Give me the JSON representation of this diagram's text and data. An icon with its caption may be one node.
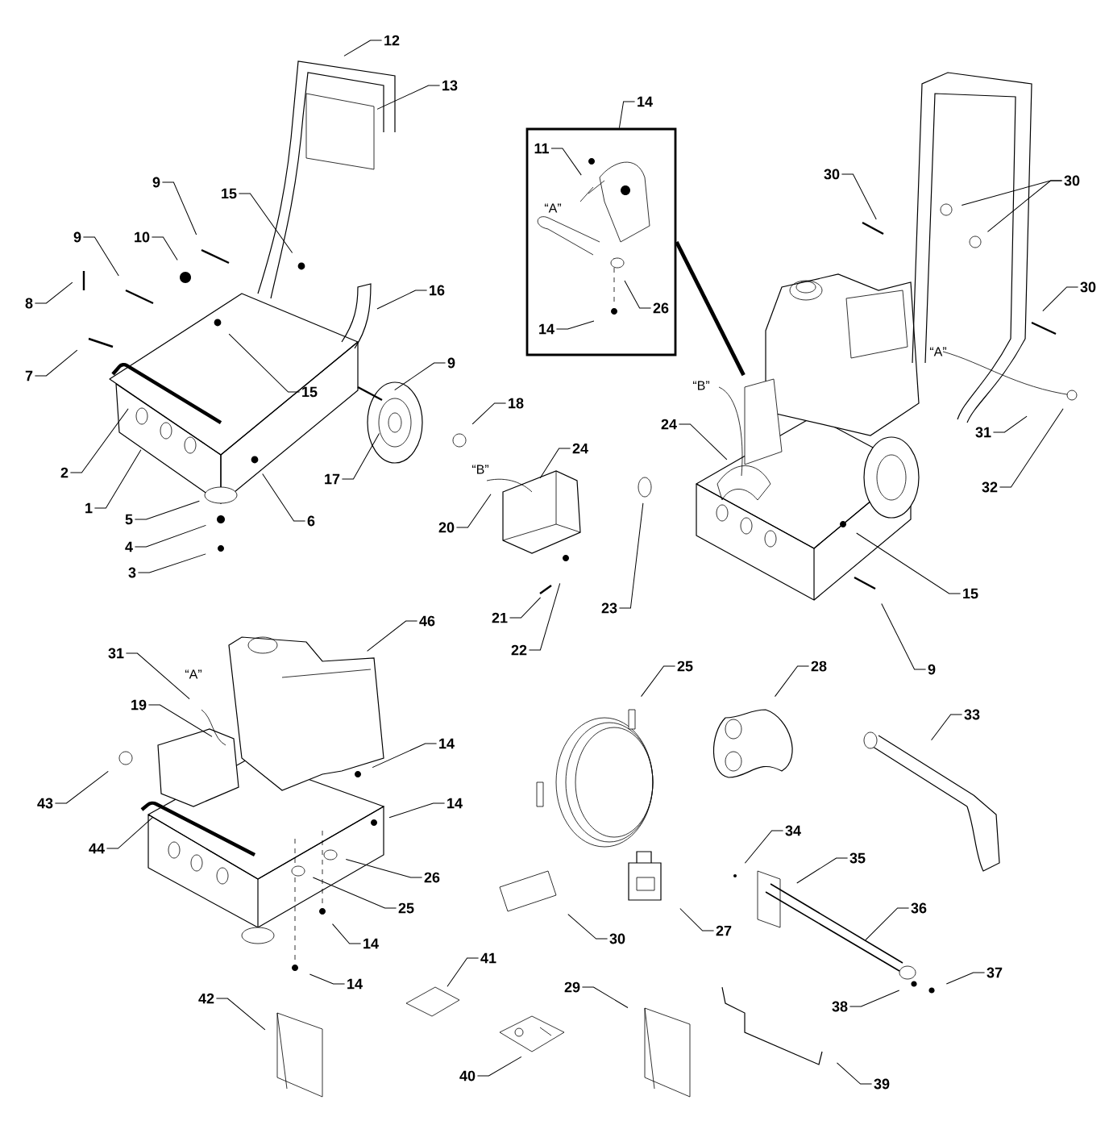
{
  "diagram": {
    "nodes": [
      {
        "text": [
          "12"
        ]
      },
      {
        "text": [
          "13"
        ]
      },
      {
        "text": [
          "14"
        ]
      },
      {
        "text": [],
        "shape": "box"
      },
      {
        "text": [
          "11"
        ],
        "in": 3
      },
      {
        "text": [
          "26"
        ],
        "in": 3
      },
      {
        "text": [
          "14"
        ],
        "in": 3
      },
      {
        "text": [
          "30"
        ]
      },
      {
        "text": [
          "30"
        ]
      },
      {
        "text": [
          "9"
        ]
      },
      {
        "text": [
          "15"
        ]
      },
      {
        "text": [
          "9"
        ]
      },
      {
        "text": [
          "10"
        ]
      },
      {
        "text": [
          "30"
        ]
      },
      {
        "text": [
          "16"
        ]
      },
      {
        "text": [
          "8"
        ]
      },
      {
        "text": [
          "9"
        ]
      },
      {
        "text": [
          "7"
        ]
      },
      {
        "text": [
          "15"
        ]
      },
      {
        "text": [
          "18"
        ]
      },
      {
        "text": [
          "24"
        ]
      },
      {
        "text": [
          "31"
        ]
      },
      {
        "text": [
          "24"
        ]
      },
      {
        "text": [
          "2"
        ]
      },
      {
        "text": [
          "17"
        ]
      },
      {
        "text": [
          "32"
        ]
      },
      {
        "text": [
          "1"
        ]
      },
      {
        "text": [
          "5"
        ]
      },
      {
        "text": [
          "6"
        ]
      },
      {
        "text": [
          "20"
        ]
      },
      {
        "text": [
          "4"
        ]
      },
      {
        "text": [
          "3"
        ]
      },
      {
        "text": [
          "15"
        ]
      },
      {
        "text": [
          "23"
        ]
      },
      {
        "text": [
          "21"
        ]
      },
      {
        "text": [
          "46"
        ]
      },
      {
        "text": [
          "22"
        ]
      },
      {
        "text": [
          "31"
        ]
      },
      {
        "text": [
          "25"
        ]
      },
      {
        "text": [
          "28"
        ]
      },
      {
        "text": [
          "9"
        ]
      },
      {
        "text": [
          "19"
        ]
      },
      {
        "text": [
          "33"
        ]
      },
      {
        "text": [
          "14"
        ]
      },
      {
        "text": [
          "43"
        ]
      },
      {
        "text": [
          "14"
        ]
      },
      {
        "text": [
          "34"
        ]
      },
      {
        "text": [
          "44"
        ]
      },
      {
        "text": [
          "35"
        ]
      },
      {
        "text": [
          "26"
        ]
      },
      {
        "text": [
          "36"
        ]
      },
      {
        "text": [
          "25"
        ]
      },
      {
        "text": [
          "27"
        ]
      },
      {
        "text": [
          "30"
        ]
      },
      {
        "text": [
          "14"
        ]
      },
      {
        "text": [
          "41"
        ]
      },
      {
        "text": [
          "37"
        ]
      },
      {
        "text": [
          "14"
        ]
      },
      {
        "text": [
          "29"
        ]
      },
      {
        "text": [
          "42"
        ]
      },
      {
        "text": [
          "38"
        ]
      },
      {
        "text": [
          "40"
        ]
      },
      {
        "text": [
          "39"
        ]
      }
    ],
    "edges": [
      {
        "from": 0,
        "to": null,
        "arrow": "none"
      },
      {
        "from": 1,
        "to": null,
        "arrow": "none"
      },
      {
        "from": 2,
        "to": 3,
        "arrow": "none"
      },
      {
        "from": 3,
        "to": null,
        "arrow": "none",
        "style": "thick"
      },
      {
        "from": 4,
        "to": null,
        "arrow": "none"
      },
      {
        "from": 5,
        "to": null,
        "arrow": "none"
      },
      {
        "from": 6,
        "to": null,
        "arrow": "none"
      },
      {
        "from": 7,
        "to": null,
        "arrow": "none"
      },
      {
        "from": 8,
        "to": null,
        "arrow": "none"
      },
      {
        "from": 8,
        "to": null,
        "arrow": "none"
      },
      {
        "from": 9,
        "to": null,
        "arrow": "none"
      },
      {
        "from": 10,
        "to": null,
        "arrow": "none"
      },
      {
        "from": 11,
        "to": null,
        "arrow": "none"
      },
      {
        "from": 12,
        "to": null,
        "arrow": "none"
      },
      {
        "from": 13,
        "to": null,
        "arrow": "none"
      },
      {
        "from": 14,
        "to": null,
        "arrow": "none"
      },
      {
        "from": 15,
        "to": null,
        "arrow": "none"
      },
      {
        "from": 16,
        "to": null,
        "arrow": "none"
      },
      {
        "from": 17,
        "to": null,
        "arrow": "none"
      },
      {
        "from": 18,
        "to": null,
        "arrow": "none"
      },
      {
        "from": 19,
        "to": null,
        "arrow": "none"
      },
      {
        "from": 20,
        "to": null,
        "arrow": "none"
      },
      {
        "from": 21,
        "to": null,
        "arrow": "none"
      },
      {
        "from": 22,
        "to": null,
        "arrow": "none"
      },
      {
        "from": 23,
        "to": null,
        "arrow": "none"
      },
      {
        "from": 24,
        "to": null,
        "arrow": "none"
      },
      {
        "from": 25,
        "to": null,
        "arrow": "none"
      },
      {
        "from": 26,
        "to": null,
        "arrow": "none"
      },
      {
        "from": 27,
        "to": null,
        "arrow": "none"
      },
      {
        "from": 28,
        "to": null,
        "arrow": "none"
      },
      {
        "from": 29,
        "to": null,
        "arrow": "none"
      },
      {
        "from": 30,
        "to": null,
        "arrow": "none"
      },
      {
        "from": 31,
        "to": null,
        "arrow": "none"
      },
      {
        "from": 32,
        "to": null,
        "arrow": "none"
      },
      {
        "from": 33,
        "to": null,
        "arrow": "none"
      },
      {
        "from": 34,
        "to": null,
        "arrow": "none"
      },
      {
        "from": 35,
        "to": null,
        "arrow": "none"
      },
      {
        "from": 36,
        "to": null,
        "arrow": "none"
      },
      {
        "from": 37,
        "to": null,
        "arrow": "none"
      },
      {
        "from": 38,
        "to": null,
        "arrow": "none"
      },
      {
        "from": 39,
        "to": null,
        "arrow": "none"
      },
      {
        "from": 40,
        "to": null,
        "arrow": "none"
      },
      {
        "from": 41,
        "to": null,
        "arrow": "none"
      },
      {
        "from": 42,
        "to": null,
        "arrow": "none"
      },
      {
        "from": 43,
        "to": null,
        "arrow": "none"
      },
      {
        "from": 44,
        "to": null,
        "arrow": "none"
      },
      {
        "from": 45,
        "to": null,
        "arrow": "none"
      },
      {
        "from": 46,
        "to": null,
        "arrow": "none"
      },
      {
        "from": 47,
        "to": null,
        "arrow": "none"
      },
      {
        "from": 48,
        "to": null,
        "arrow": "none"
      },
      {
        "from": 49,
        "to": null,
        "arrow": "none"
      },
      {
        "from": 50,
        "to": null,
        "arrow": "none"
      },
      {
        "from": 51,
        "to": null,
        "arrow": "none"
      },
      {
        "from": 52,
        "to": null,
        "arrow": "none"
      },
      {
        "from": 53,
        "to": null,
        "arrow": "none"
      },
      {
        "from": 54,
        "to": null,
        "arrow": "none"
      },
      {
        "from": 55,
        "to": null,
        "arrow": "none"
      },
      {
        "from": 56,
        "to": null,
        "arrow": "none"
      },
      {
        "from": 57,
        "to": null,
        "arrow": "none"
      },
      {
        "from": 58,
        "to": null,
        "arrow": "none"
      },
      {
        "from": 59,
        "to": null,
        "arrow": "none"
      },
      {
        "from": 60,
        "to": null,
        "arrow": "none"
      },
      {
        "from": 61,
        "to": null,
        "arrow": "none"
      },
      {
        "from": 62,
        "to": null,
        "arrow": "none"
      }
    ],
    "labels": [
      "“A”",
      "“A”",
      "“B”",
      "“B”",
      "“A”"
    ]
  }
}
